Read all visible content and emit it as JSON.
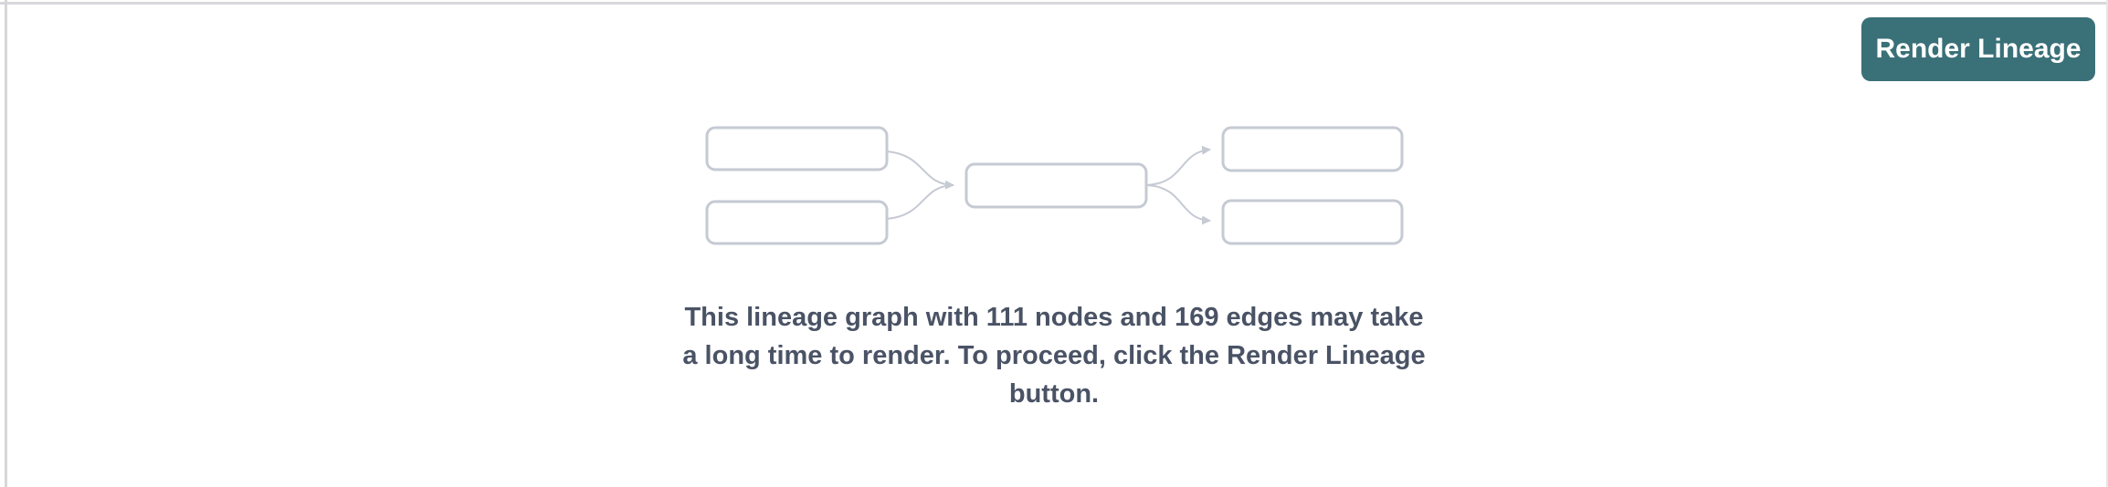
{
  "colors": {
    "background": "#ffffff",
    "accent_teal": "#3a7078",
    "button_text": "#ffffff",
    "node_stroke": "#c5cad3",
    "warning_text": "#4a5365",
    "border_top": "#d8d8dc",
    "border_left": "#d6d6da",
    "border_right": "#e6e6ea"
  },
  "toolbar": {
    "render_button_label": "Render Lineage"
  },
  "placeholder_graphic": {
    "description": "lineage-graph-placeholder",
    "node_count_drawn": 5,
    "edge_count_drawn": 4,
    "layout": "two source nodes converge into one middle node which fans out to two target nodes"
  },
  "warning": {
    "node_count": "111",
    "edge_count": "169",
    "full_text": "This lineage graph with 111 nodes and 169 edges may take a long time to render. To proceed, click the Render Lineage button.",
    "lines": [
      "This lineage graph with 111 nodes and 169 edges may take",
      "a long time to render. To proceed, click the Render Lineage",
      "button."
    ]
  }
}
